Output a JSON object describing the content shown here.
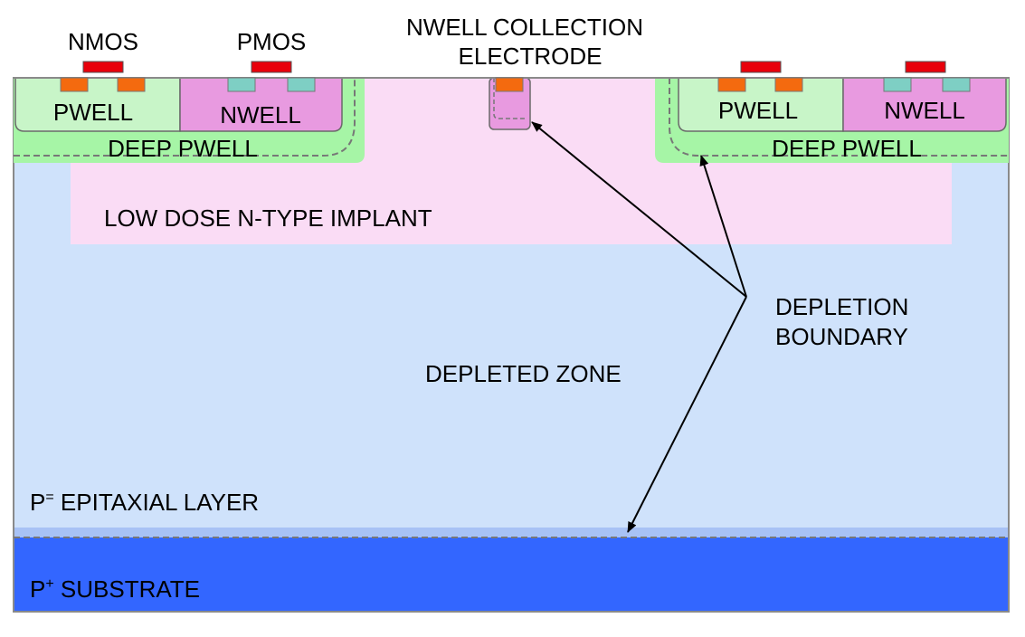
{
  "labels": {
    "nmos": "NMOS",
    "pmos": "PMOS",
    "collection_line1": "NWELL COLLECTION",
    "collection_line2": "ELECTRODE",
    "pwell_left": "PWELL",
    "nwell_left": "NWELL",
    "pwell_right": "PWELL",
    "nwell_right": "NWELL",
    "deep_pwell_left": "DEEP PWELL",
    "deep_pwell_right": "DEEP PWELL",
    "implant": "LOW DOSE N-TYPE IMPLANT",
    "depleted_zone": "DEPLETED ZONE",
    "depletion_line1": "DEPLETION",
    "depletion_line2": "BOUNDARY",
    "epi_prefix": "P",
    "epi_sup": "=",
    "epi_rest": " EPITAXIAL LAYER",
    "sub_prefix": "P",
    "sub_sup": "+",
    "sub_rest": " SUBSTRATE"
  },
  "colors": {
    "gate": "#e8000b",
    "nmos_contact": "#f46a0f",
    "pmos_contact": "#7ecfc4",
    "pwell": "#c8f5c8",
    "nwell": "#e89ae0",
    "deep_pwell": "#a6f5a6",
    "implant": "#fadcf5",
    "epitaxial": "#cfe2fb",
    "substrate": "#3366ff",
    "substrate_top": "#a8c2f5"
  }
}
